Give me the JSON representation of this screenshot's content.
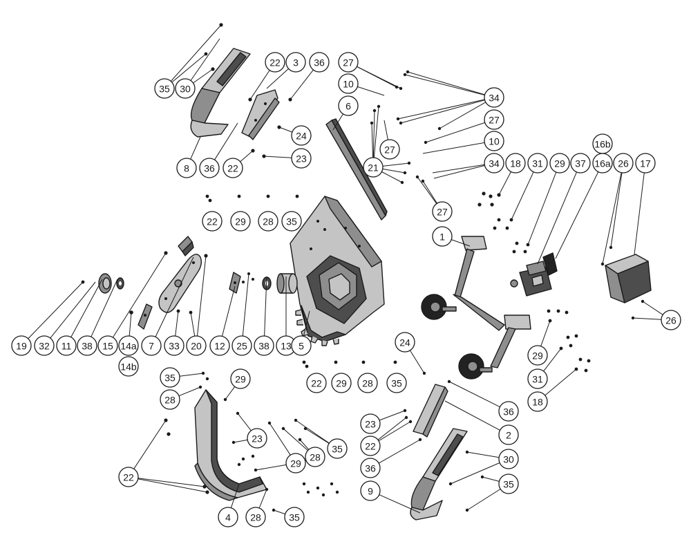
{
  "callouts": [
    {
      "label": "35"
    },
    {
      "label": "30"
    },
    {
      "label": "22"
    },
    {
      "label": "3"
    },
    {
      "label": "36"
    },
    {
      "label": "27"
    },
    {
      "label": "10"
    },
    {
      "label": "34"
    },
    {
      "label": "6"
    },
    {
      "label": "27"
    },
    {
      "label": "24"
    },
    {
      "label": "27"
    },
    {
      "label": "10"
    },
    {
      "label": "23"
    },
    {
      "label": "8"
    },
    {
      "label": "36"
    },
    {
      "label": "22"
    },
    {
      "label": "21"
    },
    {
      "label": "34"
    },
    {
      "label": "16b"
    },
    {
      "label": "18"
    },
    {
      "label": "31"
    },
    {
      "label": "29"
    },
    {
      "label": "37"
    },
    {
      "label": "16a"
    },
    {
      "label": "26"
    },
    {
      "label": "17"
    },
    {
      "label": "27"
    },
    {
      "label": "22"
    },
    {
      "label": "29"
    },
    {
      "label": "28"
    },
    {
      "label": "35"
    },
    {
      "label": "1"
    },
    {
      "label": "19"
    },
    {
      "label": "32"
    },
    {
      "label": "11"
    },
    {
      "label": "38"
    },
    {
      "label": "15"
    },
    {
      "label": "14a"
    },
    {
      "label": "7"
    },
    {
      "label": "33"
    },
    {
      "label": "20"
    },
    {
      "label": "12"
    },
    {
      "label": "25"
    },
    {
      "label": "38"
    },
    {
      "label": "13"
    },
    {
      "label": "5"
    },
    {
      "label": "14b"
    },
    {
      "label": "26"
    },
    {
      "label": "24"
    },
    {
      "label": "29"
    },
    {
      "label": "22"
    },
    {
      "label": "29"
    },
    {
      "label": "28"
    },
    {
      "label": "35"
    },
    {
      "label": "35"
    },
    {
      "label": "28"
    },
    {
      "label": "29"
    },
    {
      "label": "31"
    },
    {
      "label": "18"
    },
    {
      "label": "36"
    },
    {
      "label": "23"
    },
    {
      "label": "2"
    },
    {
      "label": "22"
    },
    {
      "label": "23"
    },
    {
      "label": "35"
    },
    {
      "label": "28"
    },
    {
      "label": "36"
    },
    {
      "label": "30"
    },
    {
      "label": "22"
    },
    {
      "label": "29"
    },
    {
      "label": "35"
    },
    {
      "label": "9"
    },
    {
      "label": "4"
    },
    {
      "label": "28"
    },
    {
      "label": "35"
    }
  ]
}
